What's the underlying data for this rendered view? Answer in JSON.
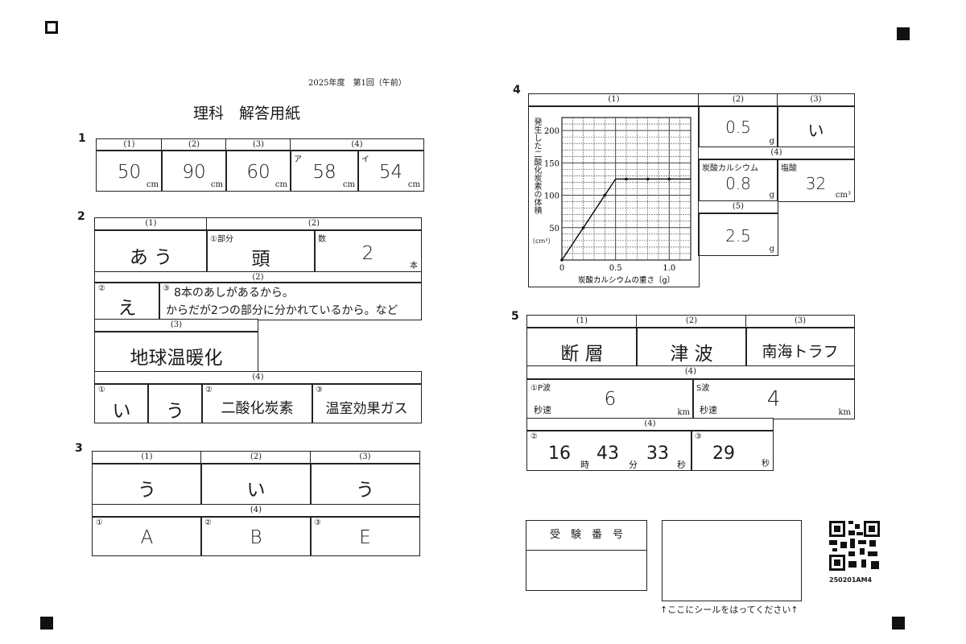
{
  "header": {
    "exam": "2025年度　第1回（午前）",
    "title": "理科　解答用紙"
  },
  "q1": {
    "num": "1",
    "headers": [
      "(1)",
      "(2)",
      "(3)",
      "(4)"
    ],
    "answers": [
      "50",
      "90",
      "60",
      "58",
      "54"
    ],
    "sub": [
      "ア",
      "イ"
    ],
    "unit": "cm"
  },
  "q2": {
    "num": "2",
    "h1": "(1)",
    "h2": "(2)",
    "h3": "(3)",
    "h4": "(4)",
    "a1": "あ う",
    "part_label": "①部分",
    "part": "頭",
    "count_label": "数",
    "count": "2",
    "count_unit": "本",
    "c2": "②",
    "a2": "え",
    "c3": "③",
    "a3_line1": "8本のあしがあるから。",
    "a3_line2": "からだが2つの部分に分かれているから。など",
    "a_3": "地球温暖化",
    "c41": "①",
    "a41a": "い",
    "a41b": "う",
    "c42": "②",
    "a42": "二酸化炭素",
    "c43": "③",
    "a43": "温室効果ガス"
  },
  "q3": {
    "num": "3",
    "headers": [
      "(1)",
      "(2)",
      "(3)",
      "(4)"
    ],
    "answers": [
      "う",
      "い",
      "う"
    ],
    "circ": [
      "①",
      "②",
      "③"
    ],
    "a4": [
      "A",
      "B",
      "E"
    ]
  },
  "q4": {
    "num": "4",
    "h1": "(1)",
    "h2": "(2)",
    "h3": "(3)",
    "h4": "(4)",
    "h5": "(5)",
    "a2": "0.5",
    "a3": "い",
    "a4a_label": "炭酸カルシウム",
    "a4a": "0.8",
    "a4b_label": "塩酸",
    "a4b": "32",
    "a5": "2.5",
    "g": "g",
    "cm3": "cm³"
  },
  "chart_data": {
    "type": "line",
    "xlabel": "炭酸カルシウムの重さ〔g〕",
    "ylabel": "発生した二酸化炭素の体積",
    "yunit": "〔cm³〕",
    "xlim": [
      0,
      1.2
    ],
    "ylim": [
      0,
      220
    ],
    "xticks": [
      "0",
      "0.5",
      "1.0"
    ],
    "xtick_values": [
      0,
      0.5,
      1.0
    ],
    "yticks": [
      "50",
      "100",
      "150",
      "200"
    ],
    "ytick_values": [
      50,
      100,
      150,
      200
    ],
    "grid": true,
    "line": {
      "x": [
        0,
        0.5,
        1.2
      ],
      "y": [
        0,
        125,
        125
      ]
    },
    "points": {
      "x": [
        0,
        0.2,
        0.4,
        0.6,
        0.8,
        1.0
      ],
      "y": [
        0,
        50,
        100,
        125,
        125,
        125
      ]
    }
  },
  "q5": {
    "num": "5",
    "h1": "(1)",
    "h2": "(2)",
    "h3": "(3)",
    "h4": "(4)",
    "a1": "断 層",
    "a2": "津 波",
    "a3": "南海トラフ",
    "p_label": "①P波",
    "s_label": "S波",
    "speed": "秒速",
    "p": "6",
    "s": "4",
    "km": "km",
    "c2": "②",
    "hh": "16",
    "hu": "時",
    "mm": "43",
    "mu": "分",
    "ss": "33",
    "su": "秒",
    "c3": "③",
    "a3b": "29"
  },
  "footer": {
    "exam_no": "受　験　番　号",
    "seal": "↑ここにシールをはってください↑",
    "code": "250201AM4"
  }
}
